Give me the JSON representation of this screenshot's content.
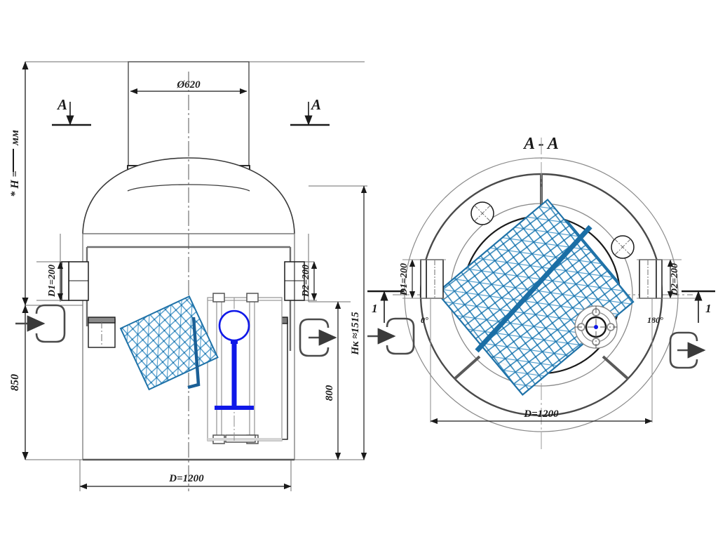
{
  "drawing": {
    "title": "Technical assembly drawing - vertical cylindrical vessel with section A-A",
    "colors": {
      "line_dark": "#1a1a1a",
      "line_mid": "#555555",
      "line_light": "#8a8a8a",
      "blue_mesh": "#1f72a8",
      "blue_light": "#4f9ccc",
      "blue_solid": "#1a5f96",
      "blue_bright": "#0f18e8",
      "white": "#ffffff"
    }
  },
  "front_view": {
    "labels": {
      "height_note": "* H =",
      "height_unit": "мм",
      "section_mark_left": "A",
      "section_mark_right": "A",
      "neck_diameter": "Ø620",
      "nozzle_left": "D1=200",
      "nozzle_right": "D2=200",
      "height_850": "850",
      "height_800": "800",
      "height_hk": "Hк ≈1515",
      "base_diameter": "D=1200"
    },
    "icons": {
      "inlet": "arrow-into-rounded-rect",
      "outlet": "arrow-out-of-rounded-rect"
    }
  },
  "section_view": {
    "labels": {
      "title": "A - A",
      "nozzle_left": "D1=200",
      "nozzle_right": "D2=200",
      "angle_zero": "0°",
      "angle_180": "180°",
      "section_mark_left": "1",
      "section_mark_right": "1",
      "outer_diameter": "D=1200"
    },
    "icons": {
      "inlet": "arrow-into-rounded-rect",
      "outlet": "arrow-out-of-rounded-rect"
    }
  }
}
